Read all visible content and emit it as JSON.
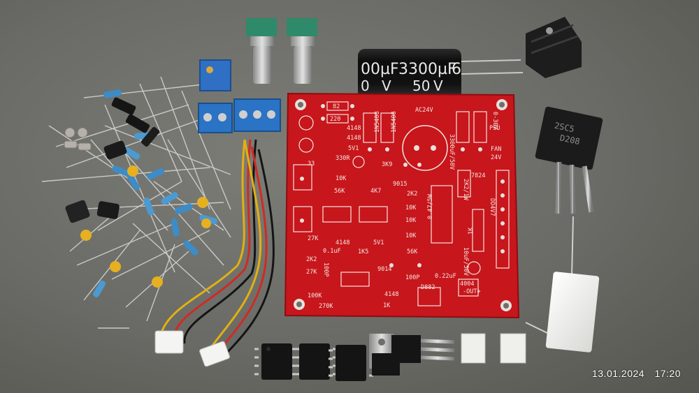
{
  "photo": {
    "timestamp_date": "13.01.2024",
    "timestamp_time": "17:20"
  },
  "capacitor": {
    "line1_left": "00µF",
    "line1_right": "3300µF",
    "line1_edge": "6",
    "line2_left": "0",
    "line2_mid": "V",
    "line2_right": "50",
    "line2_unit": "V"
  },
  "pcb": {
    "labels": {
      "r82": "82",
      "r220": "220",
      "d4148a": "4148",
      "d4148b": "4148",
      "z5v1a": "5V1",
      "d1n5408a": "1N5408",
      "d1n5408b": "1N5408",
      "ac24v": "AC24V",
      "r33": "33",
      "r330r": "330R",
      "r3k9": "3K9",
      "r10ka": "10K",
      "r56ka": "56K",
      "r4k7": "4K7",
      "q9015": "9015",
      "r2k2a": "2K2",
      "r10kb": "10K",
      "r10kc": "10K",
      "r10kd": "10K",
      "r27ka": "27K",
      "d4148c": "4148",
      "z5v1b": "5V1",
      "c01uf": "0.1uF",
      "r1k5": "1K5",
      "r56kb": "56K",
      "r2k2b": "2K2",
      "r27kb": "27K",
      "c100p": "100P",
      "q9014": "9014",
      "c100pb": "100P",
      "c022uf": "0.22uF",
      "r100k": "100K",
      "r270k": "270K",
      "d4148d": "4148",
      "r1k": "1K",
      "q882": "D882",
      "ic4004": "4004",
      "out": "-OUT+",
      "v030": "0-30V",
      "psu": "PSU",
      "fan": "FAN",
      "v24": "24V",
      "c3300": "3300uF/50V",
      "r047": "0.47/5W",
      "r2k2w": "2K2/1W",
      "q7824": "7824",
      "cap10uf": "10uF/50V",
      "r1kb": "1K",
      "d1n4007": "DD4V7"
    }
  },
  "transistor": {
    "line1": "2SC5",
    "line2": "D208"
  }
}
